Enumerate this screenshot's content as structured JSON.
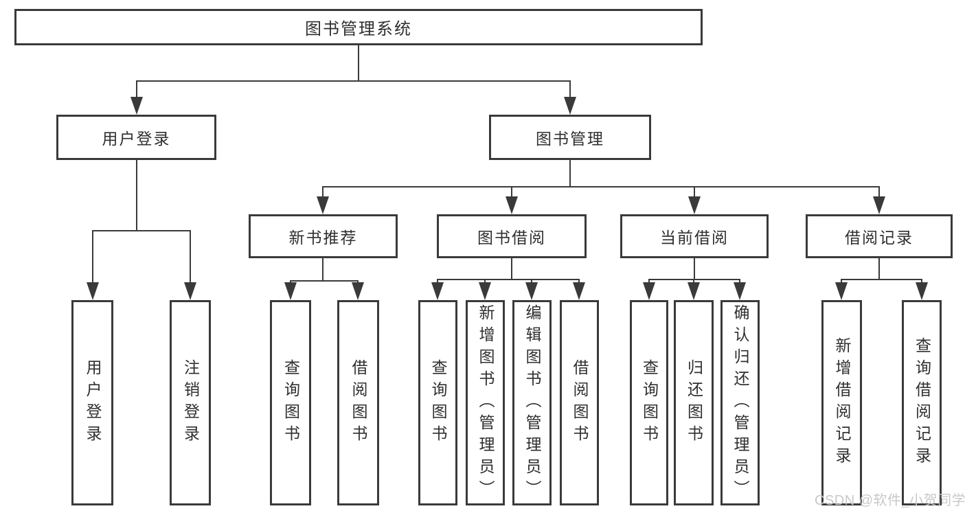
{
  "diagram": {
    "root": {
      "label": "图书管理系统"
    },
    "level1": [
      {
        "id": "user-login",
        "label": "用户登录"
      },
      {
        "id": "book-management",
        "label": "图书管理"
      }
    ],
    "level2": [
      {
        "id": "new-book-recommend",
        "label": "新书推荐"
      },
      {
        "id": "book-borrow",
        "label": "图书借阅"
      },
      {
        "id": "current-borrow",
        "label": "当前借阅"
      },
      {
        "id": "borrow-records",
        "label": "借阅记录"
      }
    ],
    "leaves": {
      "user_login": [
        "用户登录",
        "注销登录"
      ],
      "new_book_recommend": [
        "查询图书",
        "借阅图书"
      ],
      "book_borrow": [
        "查询图书",
        "新增图书（管理员）",
        "编辑图书（管理员）",
        "借阅图书"
      ],
      "current_borrow": [
        "查询图书",
        "归还图书",
        "确认归还（管理员）"
      ],
      "borrow_records": [
        "新增借阅记录",
        "查询借阅记录"
      ]
    }
  },
  "watermark": "CSDN @软件_小贺同学",
  "colors": {
    "line": "#3a3a3a",
    "text": "#2f2f2f",
    "watermark": "#c8c8c8",
    "background": "#ffffff"
  }
}
